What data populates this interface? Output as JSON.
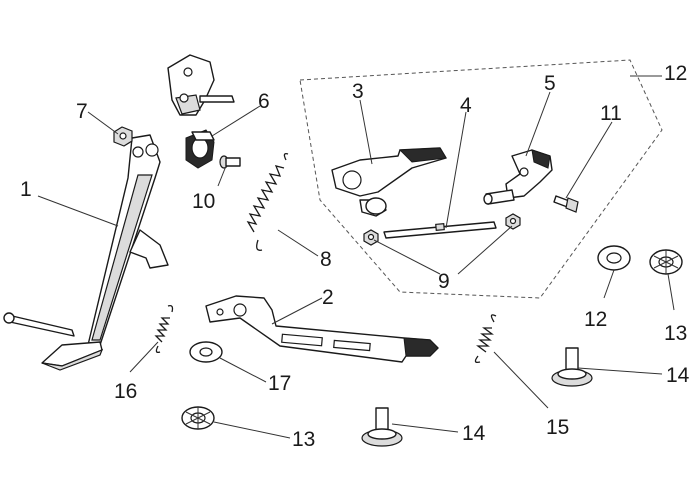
{
  "callouts": {
    "c1": "1",
    "c2": "2",
    "c3": "3",
    "c4": "4",
    "c5": "5",
    "c6": "6",
    "c7": "7",
    "c8": "8",
    "c9": "9",
    "c10": "10",
    "c11": "11",
    "c12a": "12",
    "c12b": "12",
    "c13a": "13",
    "c13b": "13",
    "c14a": "14",
    "c14b": "14",
    "c15": "15",
    "c16": "16",
    "c17": "17"
  }
}
